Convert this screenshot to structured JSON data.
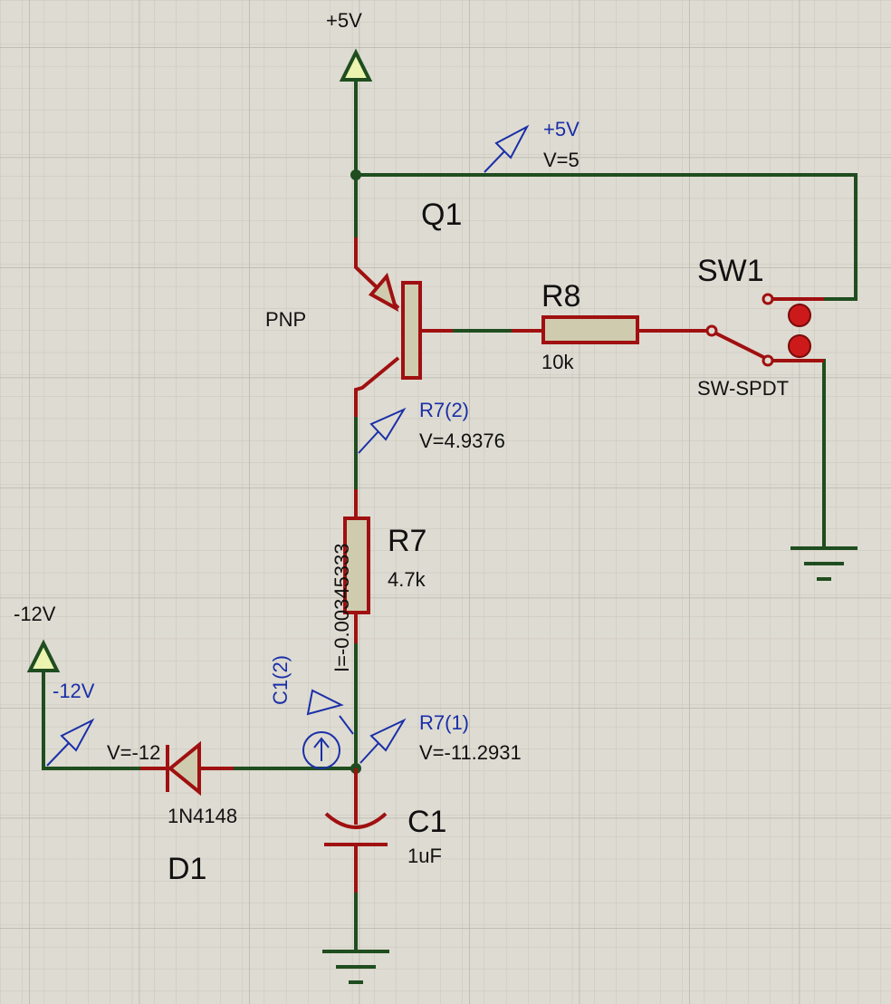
{
  "schematic": {
    "rails": {
      "pos5_label": "+5V",
      "neg12_label": "-12V"
    },
    "probes": {
      "p5": {
        "name": "+5V",
        "value": "V=5"
      },
      "r7_2": {
        "name": "R7(2)",
        "value": "V=4.9376"
      },
      "r7_1": {
        "name": "R7(1)",
        "value": "V=-11.2931"
      },
      "neg12": {
        "name": "-12V",
        "value": "V=-12"
      },
      "c1_2": {
        "name": "C1(2)",
        "value": "I=-0.00345333"
      }
    },
    "components": {
      "q1": {
        "ref": "Q1",
        "type": "PNP"
      },
      "r8": {
        "ref": "R8",
        "value": "10k"
      },
      "r7": {
        "ref": "R7",
        "value": "4.7k"
      },
      "sw1": {
        "ref": "SW1",
        "type": "SW-SPDT"
      },
      "d1": {
        "ref": "D1",
        "part": "1N4148"
      },
      "c1": {
        "ref": "C1",
        "value": "1uF"
      }
    },
    "colors": {
      "background": "#dedbd2",
      "grid_minor": "#c8c5bb",
      "grid_major": "#b8b5ab",
      "wire": "#1f4d1f",
      "component": "#a01010",
      "component_fill": "#cfcbae",
      "probe_text": "#1a2fa8",
      "label_text": "#111111"
    }
  }
}
